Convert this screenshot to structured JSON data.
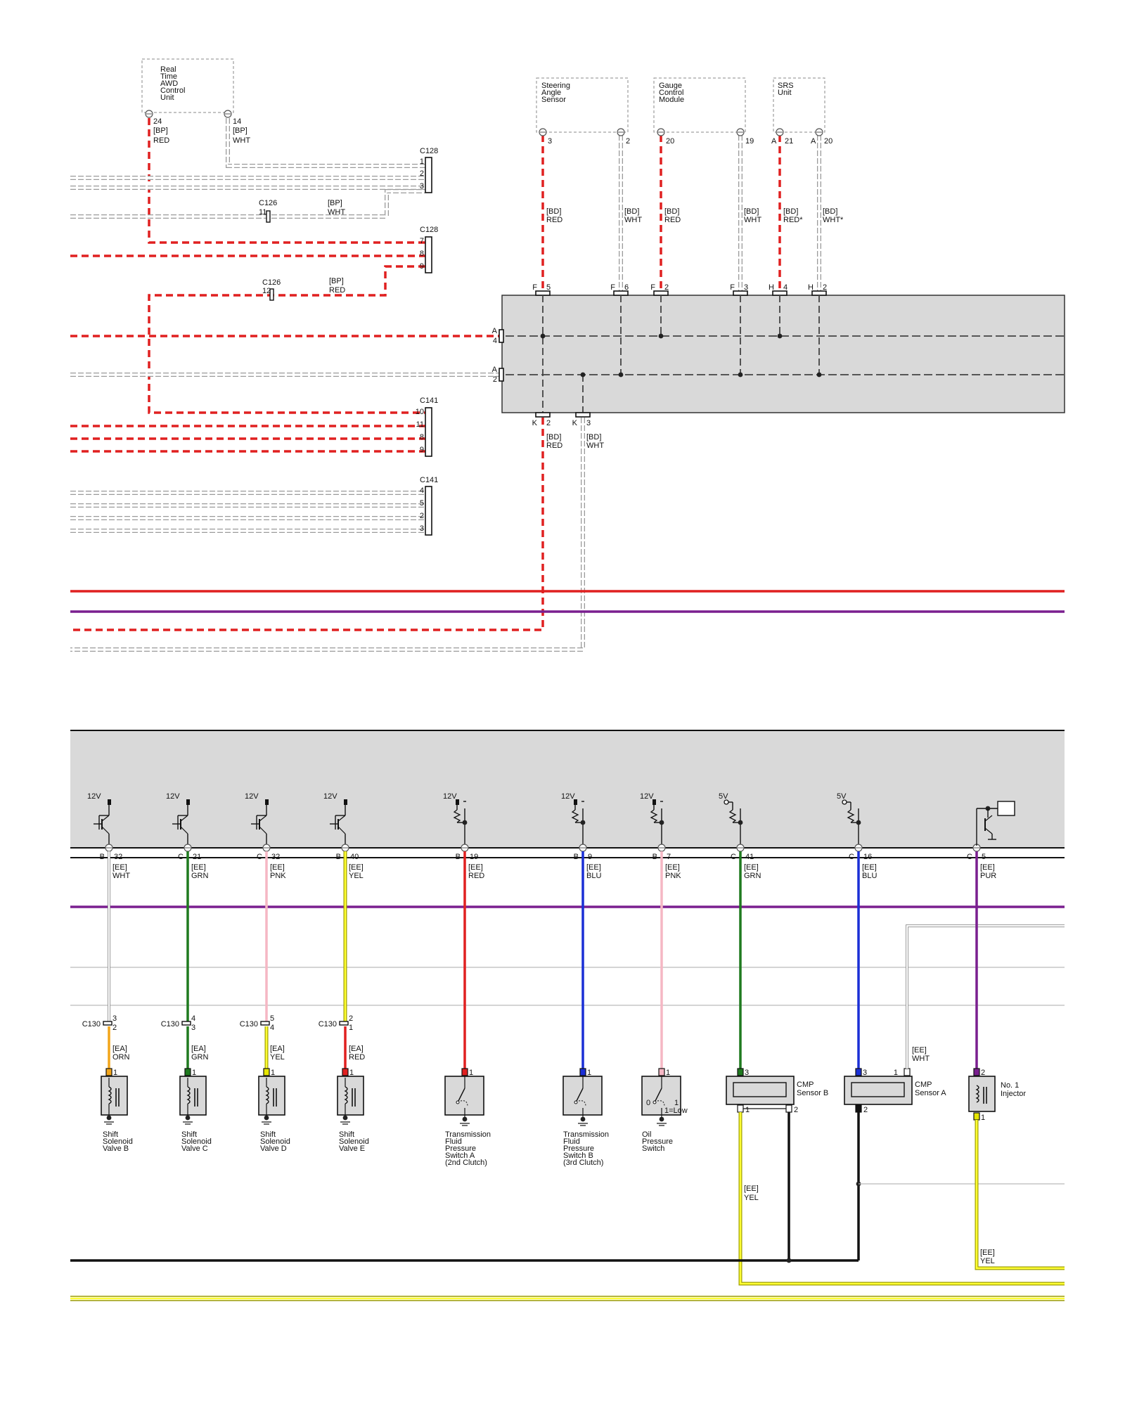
{
  "top": {
    "components": [
      {
        "lines": [
          "Real",
          "Time",
          "AWD",
          "Control",
          "Unit"
        ]
      },
      {
        "lines": [
          "Steering",
          "Angle",
          "Sensor"
        ]
      },
      {
        "lines": [
          "Gauge",
          "Control",
          "Module"
        ]
      },
      {
        "lines": [
          "SRS",
          "Unit"
        ]
      }
    ],
    "awd_pins": [
      {
        "pin": "24",
        "code": "[BP]",
        "color": "RED"
      },
      {
        "pin": "14",
        "code": "[BP]",
        "color": "WHT"
      }
    ],
    "upper_pins": [
      {
        "side": "",
        "pin": "3"
      },
      {
        "side": "",
        "pin": "2"
      },
      {
        "side": "",
        "pin": "20"
      },
      {
        "side": "",
        "pin": "19"
      },
      {
        "side": "A",
        "pin": "21"
      },
      {
        "side": "A",
        "pin": "20"
      }
    ],
    "upper_wires": [
      {
        "code": "[BD]",
        "color": "RED"
      },
      {
        "code": "[BD]",
        "color": "WHT"
      },
      {
        "code": "[BD]",
        "color": "RED"
      },
      {
        "code": "[BD]",
        "color": "WHT"
      },
      {
        "code": "[BD]",
        "color": "RED*"
      },
      {
        "code": "[BD]",
        "color": "WHT*"
      }
    ],
    "module_top_pins": [
      {
        "side": "F",
        "pin": "5"
      },
      {
        "side": "F",
        "pin": "6"
      },
      {
        "side": "F",
        "pin": "2"
      },
      {
        "side": "F",
        "pin": "3"
      },
      {
        "side": "H",
        "pin": "4"
      },
      {
        "side": "H",
        "pin": "2"
      }
    ],
    "module_left_pins": [
      {
        "side": "A",
        "pin": "4"
      },
      {
        "side": "A",
        "pin": "2"
      }
    ],
    "module_bottom_pins": [
      {
        "side": "K",
        "pin": "2"
      },
      {
        "side": "K",
        "pin": "3"
      }
    ],
    "lower_wires": [
      {
        "code": "[BD]",
        "color": "RED"
      },
      {
        "code": "[BD]",
        "color": "WHT"
      }
    ],
    "connectors": [
      {
        "name": "C128",
        "pins": [
          "1",
          "2",
          "3"
        ]
      },
      {
        "name": "C128",
        "pins": [
          "7",
          "8",
          "9"
        ]
      },
      {
        "name": "C141",
        "pins": [
          "10",
          "11",
          "8",
          "9"
        ]
      },
      {
        "name": "C141",
        "pins": [
          "4",
          "5",
          "2",
          "3"
        ]
      }
    ],
    "inline_connectors": [
      {
        "name": "C126",
        "pin": "11",
        "code": "[BP]",
        "color": "WHT"
      },
      {
        "name": "C126",
        "pin": "12",
        "code": "[BP]",
        "color": "RED"
      }
    ]
  },
  "bottom": {
    "channels": [
      {
        "supply": "12V",
        "side": "B",
        "pin": "32",
        "code": "[EE]",
        "color": "WHT",
        "conn": "C130",
        "cpin_top": "3",
        "cpin_bot": "2",
        "lower_code": "[EA]",
        "lower_color": "ORN",
        "pin_a": "1",
        "pin_b": "",
        "labels": [
          "Shift",
          "Solenoid",
          "Valve B"
        ]
      },
      {
        "supply": "12V",
        "side": "C",
        "pin": "21",
        "code": "[EE]",
        "color": "GRN",
        "conn": "C130",
        "cpin_top": "4",
        "cpin_bot": "3",
        "lower_code": "[EA]",
        "lower_color": "GRN",
        "pin_a": "1",
        "pin_b": "",
        "labels": [
          "Shift",
          "Solenoid",
          "Valve C"
        ]
      },
      {
        "supply": "12V",
        "side": "C",
        "pin": "32",
        "code": "[EE]",
        "color": "PNK",
        "conn": "C130",
        "cpin_top": "5",
        "cpin_bot": "4",
        "lower_code": "[EA]",
        "lower_color": "YEL",
        "pin_a": "1",
        "pin_b": "",
        "labels": [
          "Shift",
          "Solenoid",
          "Valve D"
        ]
      },
      {
        "supply": "12V",
        "side": "B",
        "pin": "40",
        "code": "[EE]",
        "color": "YEL",
        "conn": "C130",
        "cpin_top": "2",
        "cpin_bot": "1",
        "lower_code": "[EA]",
        "lower_color": "RED",
        "pin_a": "1",
        "pin_b": "",
        "labels": [
          "Shift",
          "Solenoid",
          "Valve E"
        ]
      },
      {
        "supply": "12V",
        "side": "B",
        "pin": "19",
        "code": "[EE]",
        "color": "RED",
        "conn": "",
        "cpin_top": "",
        "cpin_bot": "",
        "lower_code": "",
        "lower_color": "",
        "pin_a": "1",
        "pin_b": "",
        "labels": [
          "Transmission",
          "Fluid",
          "Pressure",
          "Switch A",
          "(2nd Clutch)"
        ]
      },
      {
        "supply": "12V",
        "side": "B",
        "pin": "9",
        "code": "[EE]",
        "color": "BLU",
        "conn": "",
        "cpin_top": "",
        "cpin_bot": "",
        "lower_code": "",
        "lower_color": "",
        "pin_a": "1",
        "pin_b": "",
        "labels": [
          "Transmission",
          "Fluid",
          "Pressure",
          "Switch B",
          "(3rd Clutch)"
        ]
      },
      {
        "supply": "12V",
        "side": "B",
        "pin": "7",
        "code": "[EE]",
        "color": "PNK",
        "conn": "",
        "cpin_top": "",
        "cpin_bot": "",
        "lower_code": "",
        "lower_color": "",
        "pin_a": "1",
        "pin_b": "",
        "labels": [
          "Oil",
          "Pressure",
          "Switch"
        ]
      },
      {
        "supply": "5V",
        "side": "C",
        "pin": "41",
        "code": "[EE]",
        "color": "GRN",
        "conn": "",
        "cpin_top": "",
        "cpin_bot": "",
        "lower_code": "",
        "lower_color": "",
        "pin_a": "3",
        "pin_b": "1",
        "labels": [
          "CMP",
          "Sensor B"
        ]
      },
      {
        "supply": "5V",
        "side": "C",
        "pin": "16",
        "code": "[EE]",
        "color": "BLU",
        "conn": "",
        "cpin_top": "",
        "cpin_bot": "",
        "lower_code": "",
        "lower_color": "",
        "pin_a": "3",
        "pin_b": "1",
        "labels": [
          "CMP",
          "Sensor A"
        ]
      },
      {
        "supply": "",
        "side": "C",
        "pin": "5",
        "code": "[EE]",
        "color": "PUR",
        "conn": "",
        "cpin_top": "",
        "cpin_bot": "",
        "lower_code": "",
        "lower_color": "",
        "pin_a": "2",
        "pin_b": "1",
        "labels": [
          "No. 1",
          "Injector"
        ]
      }
    ],
    "oil_switch_marks": {
      "zero": "0",
      "one": "1",
      "low": "1=Low"
    },
    "cmp_a_extra": {
      "code": "[EE]",
      "color": "WHT"
    },
    "cmp_pin2": "2",
    "cmp_b_wire": {
      "code": "[EE]",
      "color": "YEL"
    },
    "injector_wire": {
      "code": "[EE]",
      "color": "YEL"
    }
  },
  "colors": {
    "red": "#e02020",
    "white_wire": "#aaaaaa",
    "green": "#1f7a1f",
    "pink": "#f5b7c4",
    "yellow": "#e6e600",
    "blue": "#1a2fd6",
    "purple": "#7a1f8f",
    "orange": "#f2a51a",
    "black": "#111111",
    "module_fill": "#d9d9d9"
  }
}
